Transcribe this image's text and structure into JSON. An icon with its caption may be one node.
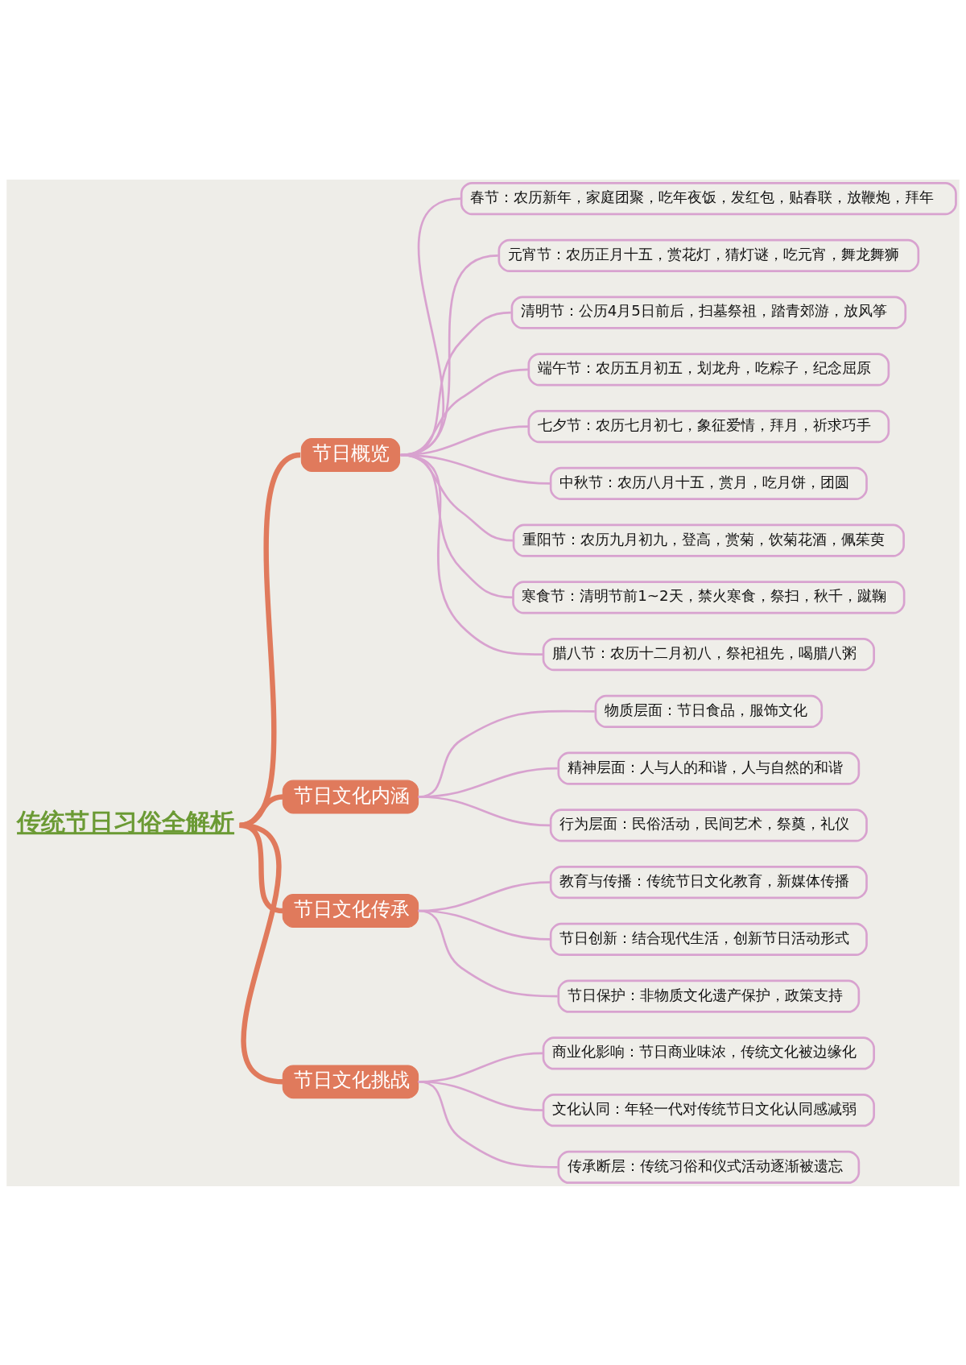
{
  "diagram": {
    "nodes": [
      {
        "text": [
          "传统节日习俗全解析"
        ]
      },
      {
        "text": [
          "节日概览"
        ]
      },
      {
        "text": [
          "春节：农历新年，家庭团聚，吃年夜饭，发红包，贴春联，放鞭炮，拜年"
        ]
      },
      {
        "text": [
          "元宵节：农历正月十五，赏花灯，猜灯谜，吃元宵，舞龙舞狮"
        ]
      },
      {
        "text": [
          "清明节：公历4月5日前后，扫墓祭祖，踏青郊游，放风筝"
        ]
      },
      {
        "text": [
          "端午节：农历五月初五，划龙舟，吃粽子，纪念屈原"
        ]
      },
      {
        "text": [
          "七夕节：农历七月初七，象征爱情，拜月，祈求巧手"
        ]
      },
      {
        "text": [
          "中秋节：农历八月十五，赏月，吃月饼，团圆"
        ]
      },
      {
        "text": [
          "重阳节：农历九月初九，登高，赏菊，饮菊花酒，佩茱萸"
        ]
      },
      {
        "text": [
          "寒食节：清明节前1~2天，禁火寒食，祭扫，秋千，蹴鞠"
        ]
      },
      {
        "text": [
          "腊八节：农历十二月初八，祭祀祖先，喝腊八粥"
        ]
      },
      {
        "text": [
          "节日文化内涵"
        ]
      },
      {
        "text": [
          "物质层面：节日食品，服饰文化"
        ]
      },
      {
        "text": [
          "精神层面：人与人的和谐，人与自然的和谐"
        ]
      },
      {
        "text": [
          "行为层面：民俗活动，民间艺术，祭奠，礼仪"
        ]
      },
      {
        "text": [
          "节日文化传承"
        ]
      },
      {
        "text": [
          "教育与传播：传统节日文化教育，新媒体传播"
        ]
      },
      {
        "text": [
          "节日创新：结合现代生活，创新节日活动形式"
        ]
      },
      {
        "text": [
          "节日保护：非物质文化遗产保护，政策支持"
        ]
      },
      {
        "text": [
          "节日文化挑战"
        ]
      },
      {
        "text": [
          "商业化影响：节日商业味浓，传统文化被边缘化"
        ]
      },
      {
        "text": [
          "文化认同：年轻一代对传统节日文化认同感减弱"
        ]
      },
      {
        "text": [
          "传承断层：传统习俗和仪式活动逐渐被遗忘"
        ]
      }
    ],
    "edges": [
      {
        "from": 0,
        "to": 1,
        "arrow": "none",
        "style": "thick",
        "color": "#e07a5c"
      },
      {
        "from": 1,
        "to": 2,
        "arrow": "none"
      },
      {
        "from": 1,
        "to": 3,
        "arrow": "none"
      },
      {
        "from": 1,
        "to": 4,
        "arrow": "none"
      },
      {
        "from": 1,
        "to": 5,
        "arrow": "none"
      },
      {
        "from": 1,
        "to": 6,
        "arrow": "none"
      },
      {
        "from": 1,
        "to": 7,
        "arrow": "none"
      },
      {
        "from": 1,
        "to": 8,
        "arrow": "none"
      },
      {
        "from": 1,
        "to": 9,
        "arrow": "none"
      },
      {
        "from": 1,
        "to": 10,
        "arrow": "none"
      },
      {
        "from": 0,
        "to": 11,
        "arrow": "none",
        "style": "thick",
        "color": "#e07a5c"
      },
      {
        "from": 11,
        "to": 12,
        "arrow": "none"
      },
      {
        "from": 11,
        "to": 13,
        "arrow": "none"
      },
      {
        "from": 11,
        "to": 14,
        "arrow": "none"
      },
      {
        "from": 0,
        "to": 15,
        "arrow": "none",
        "style": "thick",
        "color": "#e07a5c"
      },
      {
        "from": 15,
        "to": 16,
        "arrow": "none"
      },
      {
        "from": 15,
        "to": 17,
        "arrow": "none"
      },
      {
        "from": 15,
        "to": 18,
        "arrow": "none"
      },
      {
        "from": 0,
        "to": 19,
        "arrow": "none",
        "style": "thick",
        "color": "#e07a5c"
      },
      {
        "from": 19,
        "to": 20,
        "arrow": "none"
      },
      {
        "from": 19,
        "to": 21,
        "arrow": "none"
      },
      {
        "from": 19,
        "to": 22,
        "arrow": "none"
      }
    ]
  }
}
